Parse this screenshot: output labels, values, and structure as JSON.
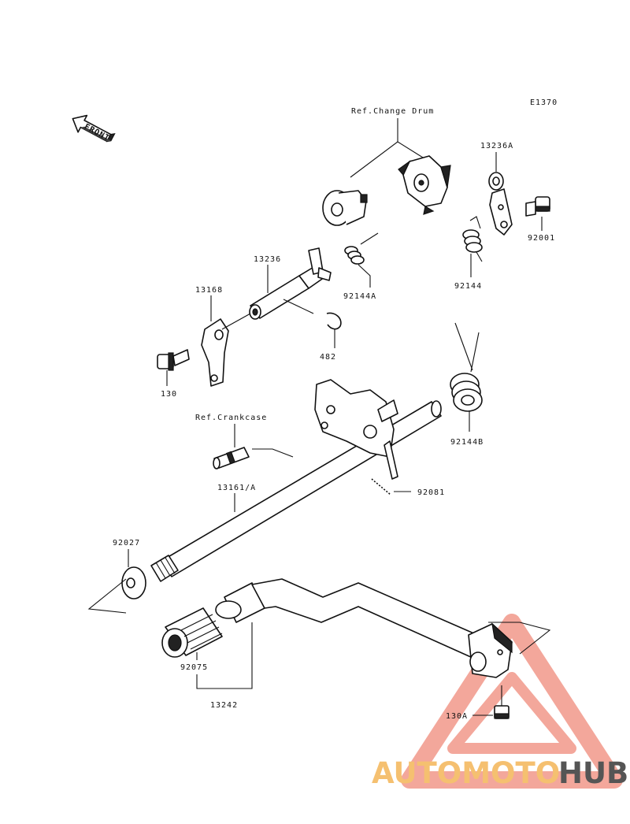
{
  "diagram": {
    "code": "E1370",
    "front_label": "FRONT",
    "labels": {
      "ref_change_drum": "Ref.Change Drum",
      "p13236A": "13236A",
      "p92001": "92001",
      "p13236": "13236",
      "p92144A": "92144A",
      "p92144": "92144",
      "p13168": "13168",
      "p482": "482",
      "p130": "130",
      "ref_crankcase": "Ref.Crankcase",
      "p92144B": "92144B",
      "p92081": "92081",
      "p13161A": "13161/A",
      "p92027": "92027",
      "p92075": "92075",
      "p13242": "13242",
      "p130A": "130A"
    }
  },
  "watermark": {
    "part1": "AUTOMOTO",
    "part2": "HUB",
    "color_primary": "#f08a7a",
    "color_secondary": "#f5c070",
    "color_dark": "#555555"
  }
}
